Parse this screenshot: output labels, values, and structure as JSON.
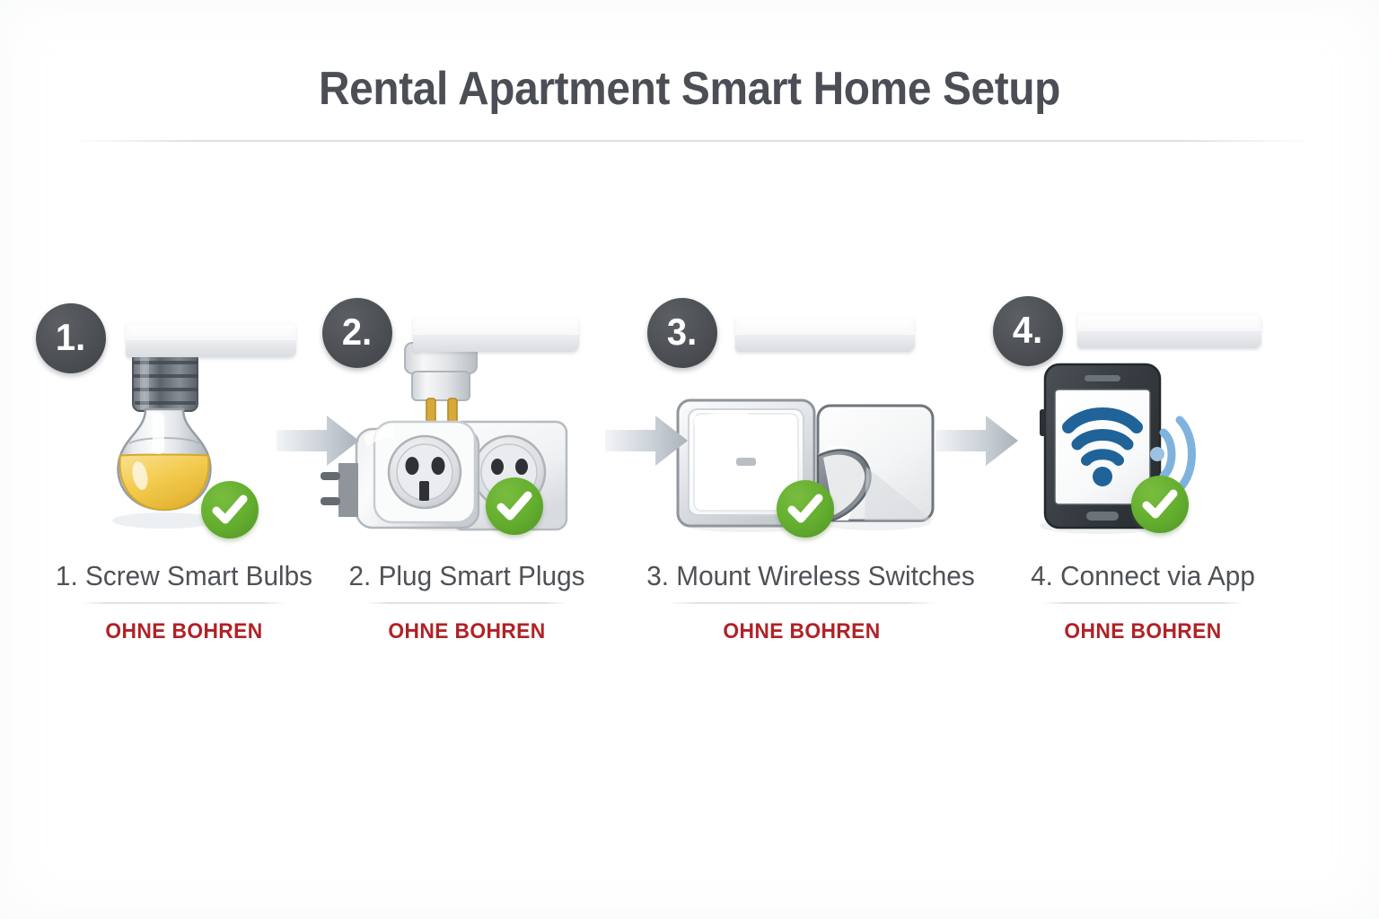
{
  "header": {
    "title": "Rental Apartment Smart Home Setup"
  },
  "colors": {
    "background": "#ffffff",
    "title_text": "#4b4f55",
    "caption_text": "#4e5257",
    "note_text": "#b02226",
    "badge_fill": "#4c5055",
    "check_green": "#63ad2e",
    "divider": "#dee1e5",
    "arrow_gray": "#b9bfc6",
    "bulb_amber": "#f3cb4e",
    "wifi_blue": "#1f6399",
    "wave_blue": "#7fb3dd",
    "device_dark": "#3c4146"
  },
  "steps": [
    {
      "badge": "1.",
      "badge_name": "step-1-badge",
      "caption": "1. Screw Smart Bulbs",
      "note": "OHNE BOHREN",
      "icon": "smart-bulb-icon",
      "status_icon": "green-check-icon"
    },
    {
      "badge": "2.",
      "badge_name": "step-2-badge",
      "caption": "2. Plug Smart Plugs",
      "note": "OHNE BOHREN",
      "icon": "smart-plug-socket-icon",
      "status_icon": "green-check-icon"
    },
    {
      "badge": "3.",
      "badge_name": "step-3-badge",
      "caption": "3. Mount Wireless Switches",
      "note": "OHNE BOHREN",
      "icon": "wireless-switch-adhesive-pad-icon",
      "status_icon": "green-check-icon"
    },
    {
      "badge": "4.",
      "badge_name": "step-4-badge",
      "caption": "4. Connect via App",
      "note": "OHNE BOHREN",
      "icon": "smartphone-wifi-icon",
      "status_icon": "green-check-icon"
    }
  ],
  "connectors": [
    {
      "name": "arrow-step-1-to-2"
    },
    {
      "name": "arrow-step-2-to-3"
    },
    {
      "name": "arrow-step-3-to-4"
    }
  ]
}
